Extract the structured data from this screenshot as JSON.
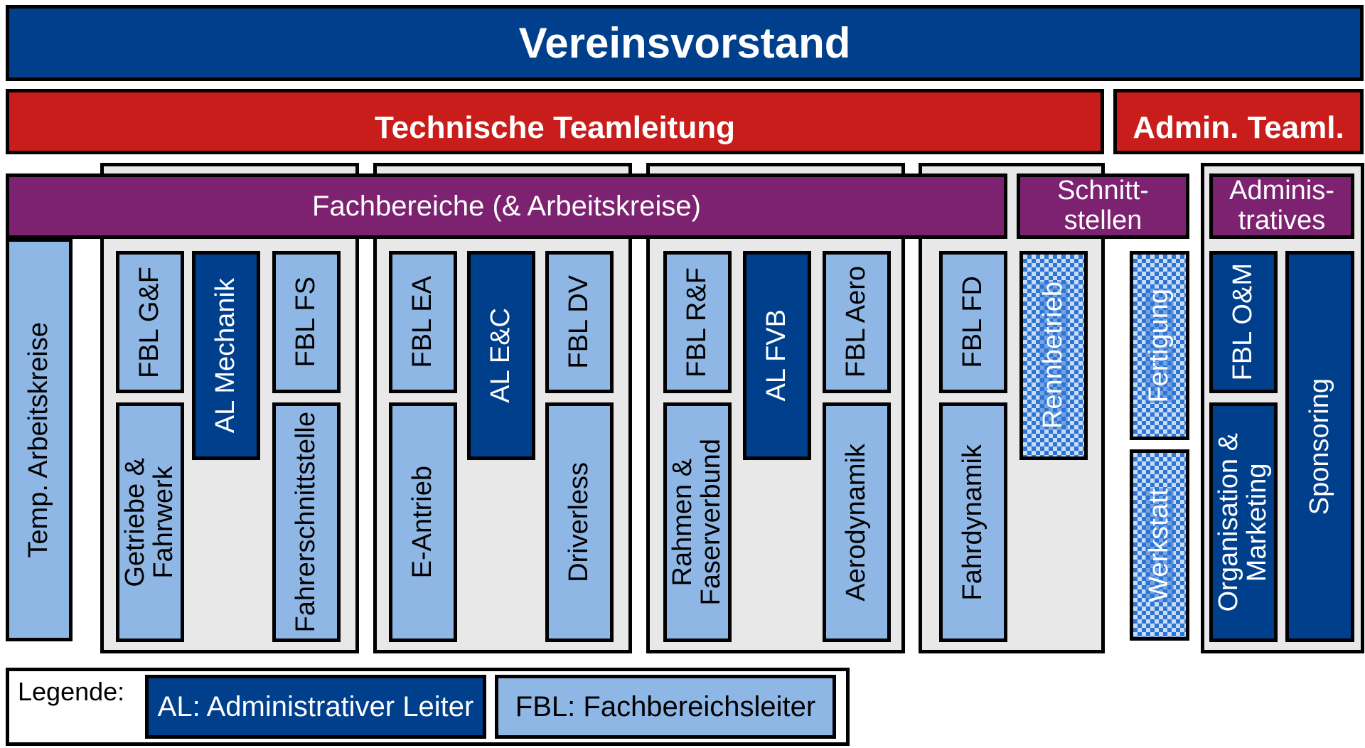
{
  "top": "Vereinsvorstand",
  "tech_lead": "Technische Teamleitung",
  "admin_lead": "Admin. Teaml.",
  "fachbereiche_bar": "Fachbereiche (& Arbeitskreise)",
  "schnittstellen_bar": [
    "Schnitt-",
    "stellen"
  ],
  "administratives_bar": [
    "Adminis-",
    "tratives"
  ],
  "temp": "Temp. Arbeitskreise",
  "group1": {
    "fbl_left": "FBL G&F",
    "al": "AL Mechanik",
    "fbl_right": "FBL FS",
    "ak_left": [
      "Getriebe &",
      "Fahrwerk"
    ],
    "ak_right": "Fahrerschnittstelle"
  },
  "group2": {
    "fbl_left": "FBL EA",
    "al": "AL E&C",
    "fbl_right": "FBL DV",
    "ak_left": "E-Antrieb",
    "ak_right": "Driverless"
  },
  "group3": {
    "fbl_left": "FBL R&F",
    "al": "AL FVB",
    "fbl_right": "FBL Aero",
    "ak_left": [
      "Rahmen &",
      "Faserverbund"
    ],
    "ak_right": "Aerodynamik"
  },
  "group4": {
    "fbl": "FBL FD",
    "ak": "Fahrdynamik",
    "interface": "Rennbetrieb"
  },
  "interfaces": {
    "fertigung": "Fertigung",
    "werkstatt": "Werkstatt"
  },
  "admin": {
    "fbl": "FBL O&M",
    "ak": [
      "Organisation &",
      "Marketing"
    ],
    "sponsoring": "Sponsoring"
  },
  "legend": {
    "title": "Legende:",
    "al": "AL: Administrativer Leiter",
    "fbl": "FBL: Fachbereichsleiter"
  },
  "colors": {
    "dark_blue": "#003f8c",
    "light_blue": "#8fb7e6",
    "red": "#c81d1a",
    "purple": "#7d2270",
    "grey": "#e8e8e8",
    "checker_blue": "#2d74d6"
  }
}
